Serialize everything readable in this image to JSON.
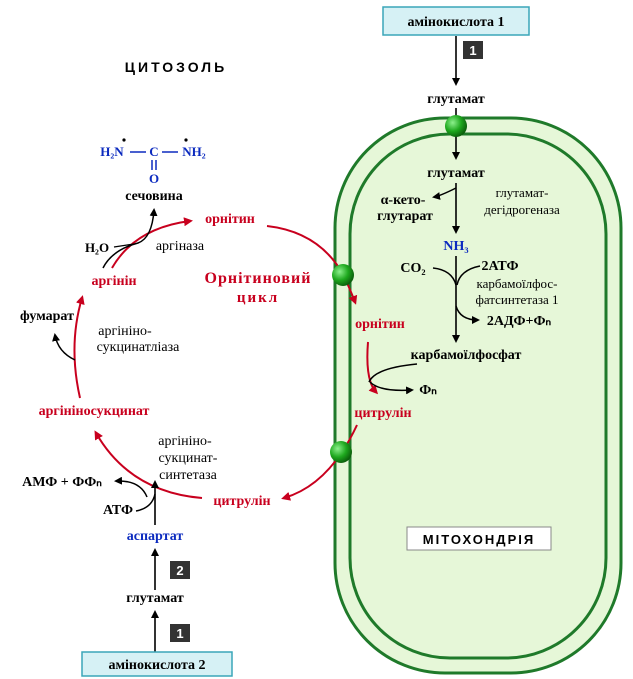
{
  "colors": {
    "cycle": "#c8001e",
    "mito_fill": "#e6f7d8",
    "mito_border": "#1f7a2a",
    "transporter": "#1e9e1e",
    "box_fill": "#d6f1f5",
    "step_box": "#333333",
    "blue_text": "#0c2bbf"
  },
  "labels": {
    "aminoacid1": "амінокислота 1",
    "aminoacid2": "амінокислота 2",
    "step1_top": "1",
    "step1_bottom": "1",
    "step2": "2",
    "cytosol": "ЦИТОЗОЛЬ",
    "mitochondria": "МІТОХОНДРІЯ",
    "glutamate_top": "глутамат",
    "glutamate_mito": "глутамат",
    "glutamate_bottom": "глутамат",
    "ketoglutarate_1": "α-кето-",
    "ketoglutarate_2": "глутарат",
    "gdh_1": "глутамат-",
    "gdh_2": "дегідрогеназа",
    "nh3": "NH₃",
    "co2": "CO₂",
    "atp2": "2АТФ",
    "cps_1": "карбамоїлфос-",
    "cps_2": "фатсинтетаза 1",
    "adp": "2АДФ+Фₙ",
    "carbamoyl": "карбамоїлфосфат",
    "pi": "Фₙ",
    "ornithine_mito": "орнітин",
    "citrulline_mito": "цитрулін",
    "ornithine_cyto": "орнітин",
    "citrulline_cyto": "цитрулін",
    "arginine": "аргінін",
    "argininosuccinate": "аргініносукцинат",
    "cycle_name_1": "Орнітиновий",
    "cycle_name_2": "цикл",
    "arginase": "аргіназа",
    "water": "H₂O",
    "urea": "сечовина",
    "fumarate": "фумарат",
    "asl_1": "аргініно-",
    "asl_2": "сукцинатліаза",
    "ass_1": "аргініно-",
    "ass_2": "сукцинат-",
    "ass_3": "синтетаза",
    "amp": "АМФ + ФФₙ",
    "atp": "АТФ",
    "aspartate": "аспартат",
    "urea_formula": {
      "left": "H₂N",
      "center": "C",
      "right": "NH₂",
      "oxygen": "O"
    }
  }
}
